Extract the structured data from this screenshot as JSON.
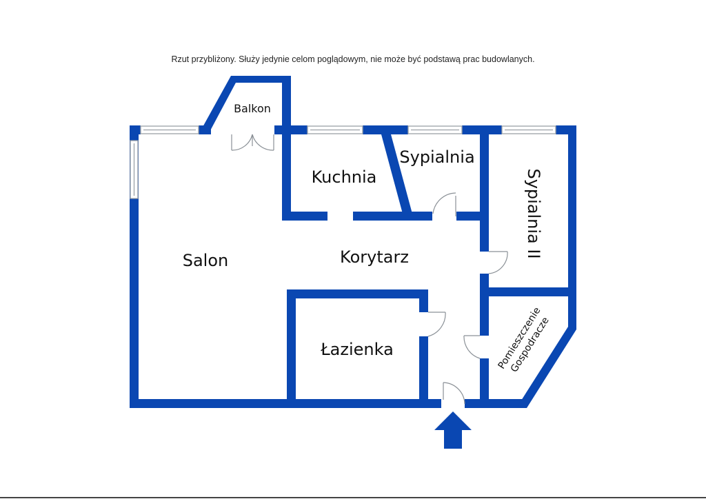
{
  "disclaimer": "Rzut przybliżony. Służy jedynie celom poglądowym, nie może być podstawą prac budowlanych.",
  "rooms": {
    "balkon": "Balkon",
    "kuchnia": "Kuchnia",
    "sypialnia": "Sypialnia",
    "sypialnia_ii": "Sypialnia II",
    "salon": "Salon",
    "korytarz": "Korytarz",
    "lazienka": "Łazienka",
    "pomieszczenie_line1": "Pomieszczenie",
    "pomieszczenie_line2": "Gospodracze"
  },
  "colors": {
    "wall": "#0A47B2",
    "window": "#9aa0a6",
    "door": "#8a9096"
  },
  "icons": {
    "entrance": "entrance-arrow-icon"
  }
}
